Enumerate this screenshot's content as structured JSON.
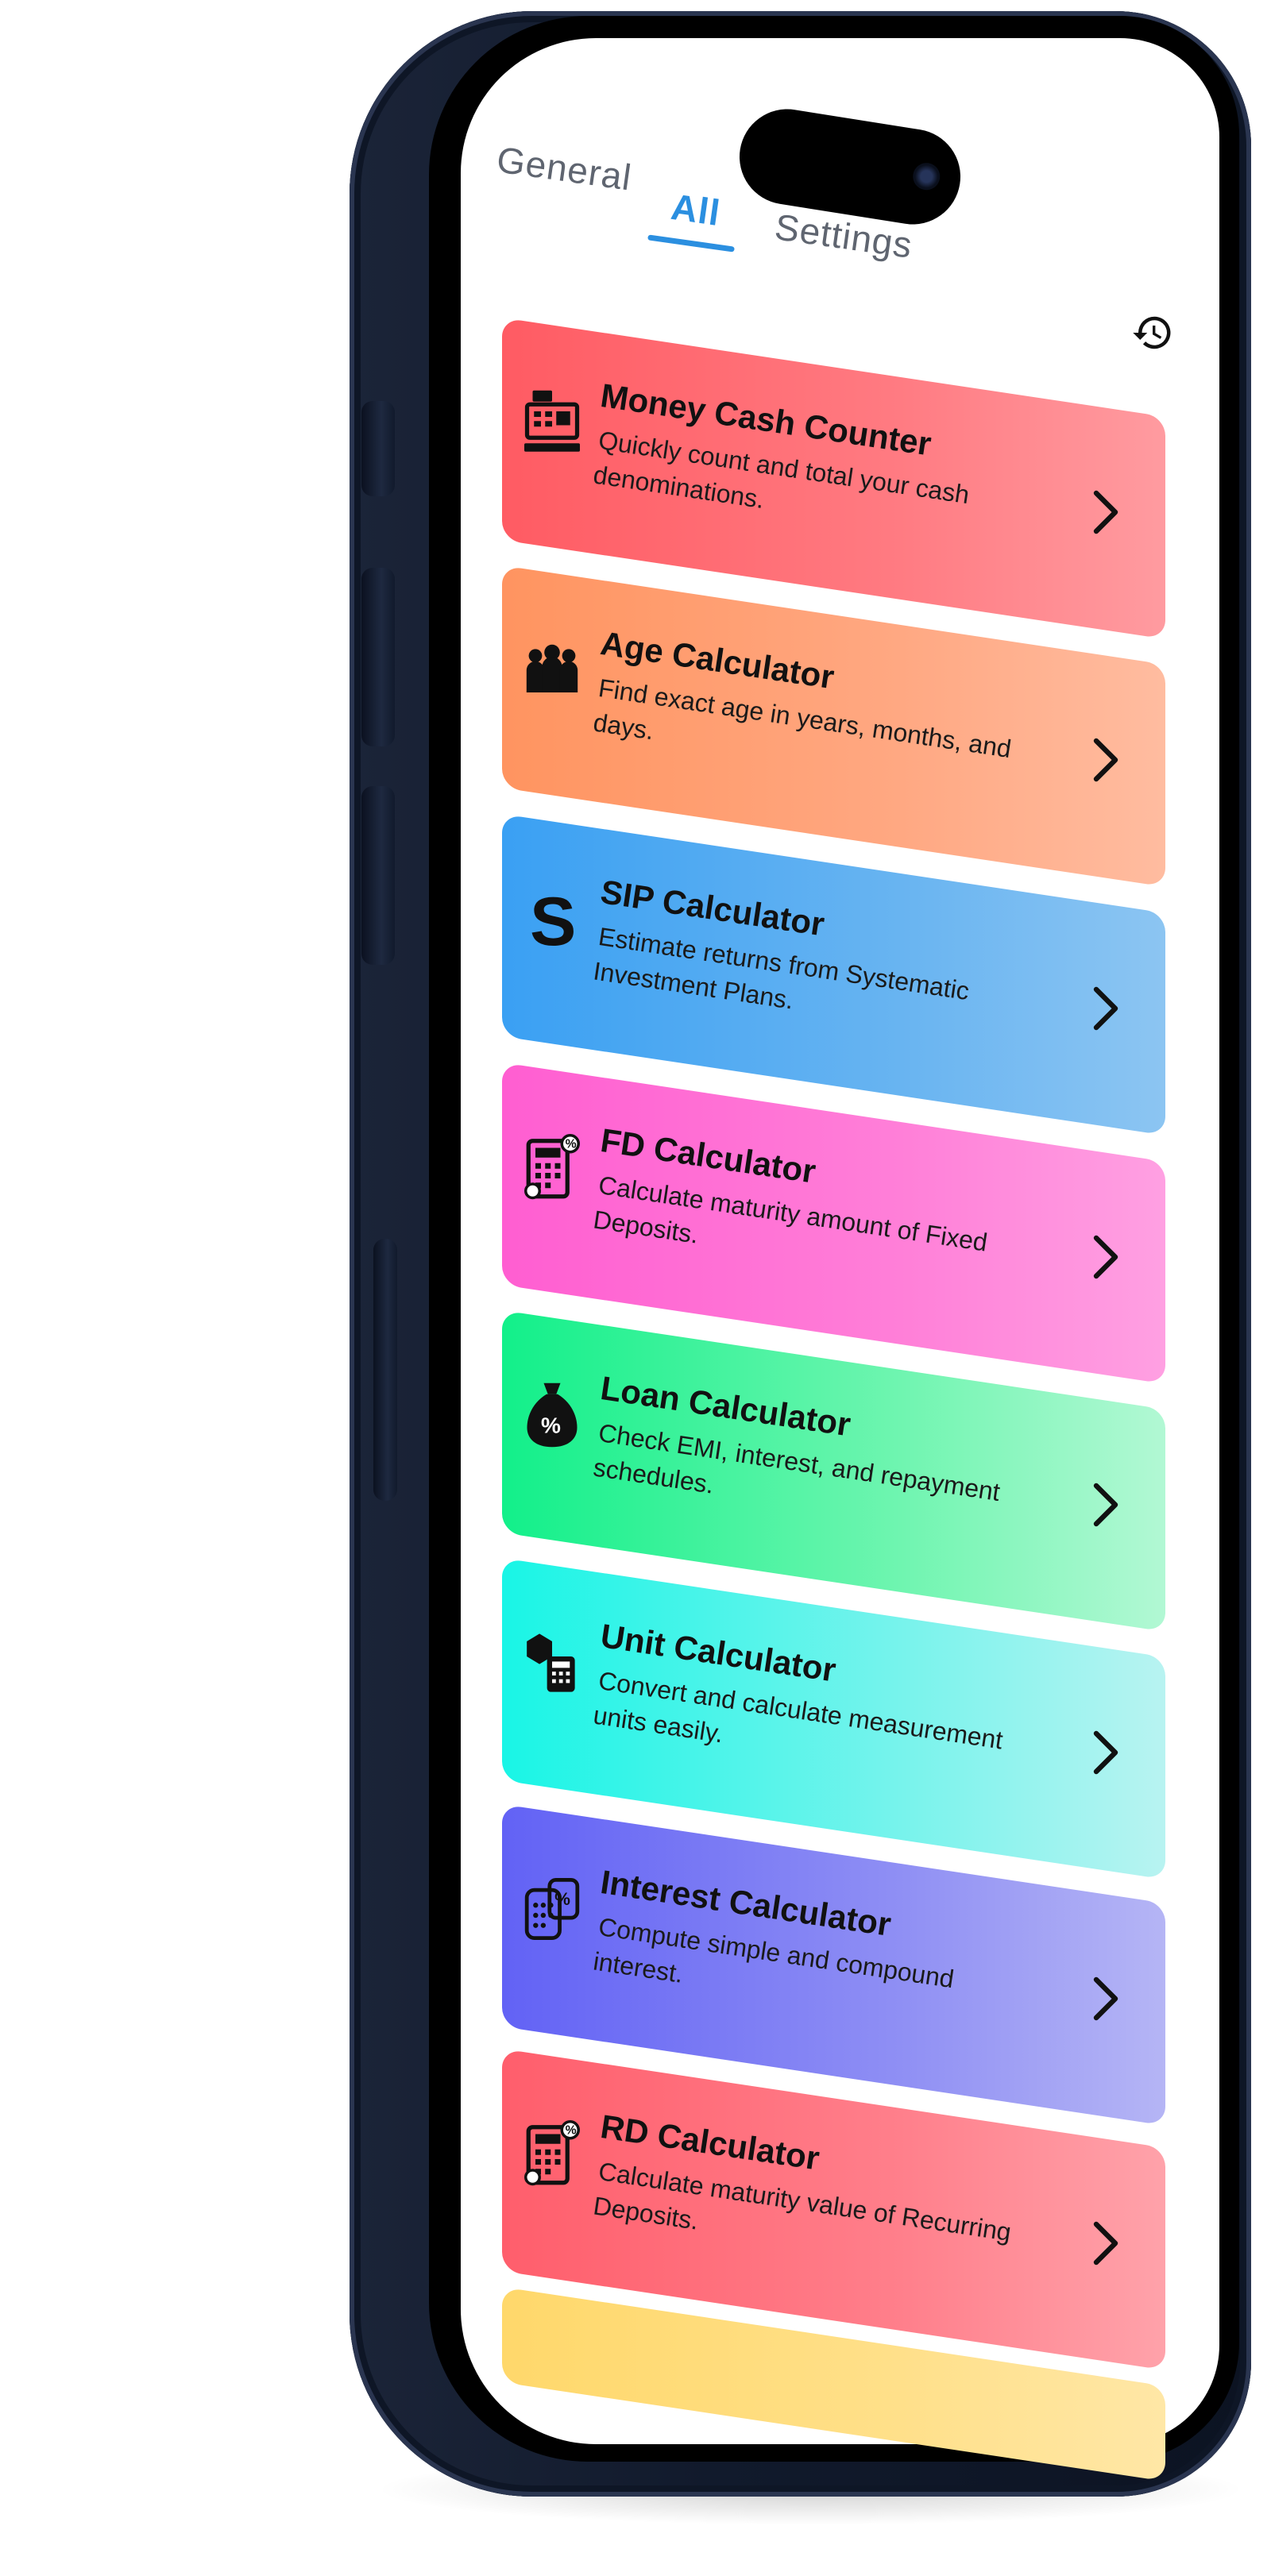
{
  "tabs": {
    "general": "General",
    "all": "All",
    "settings": "Settings",
    "active": "All"
  },
  "colors": {
    "accent": "#2b8fe0",
    "phone_frame": "#111a2c"
  },
  "history_button": {
    "icon": "history-icon"
  },
  "calculators": [
    {
      "title": "Money Cash Counter",
      "description": "Quickly count and total your cash denominations.",
      "icon": "cash-register-icon",
      "color": "#ff5b63"
    },
    {
      "title": "Age Calculator",
      "description": "Find exact age in years, months, and days.",
      "icon": "family-icon",
      "color": "#ff9460"
    },
    {
      "title": "SIP Calculator",
      "description": "Estimate returns from Systematic Investment Plans.",
      "icon": "dollar-sign-icon",
      "color": "#3aa0f3"
    },
    {
      "title": "FD Calculator",
      "description": "Calculate maturity amount of Fixed Deposits.",
      "icon": "calculator-percent-icon",
      "color": "#ff5ed1"
    },
    {
      "title": "Loan Calculator",
      "description": "Check EMI, interest, and repayment schedules.",
      "icon": "money-bag-percent-icon",
      "color": "#12f08a"
    },
    {
      "title": "Unit Calculator",
      "description": "Convert and calculate measurement units easily.",
      "icon": "box-calculator-icon",
      "color": "#19f5e6"
    },
    {
      "title": "Interest Calculator",
      "description": "Compute simple and compound interest.",
      "icon": "interest-calculator-icon",
      "color": "#6262f5"
    },
    {
      "title": "RD Calculator",
      "description": "Calculate maturity value of Recurring Deposits.",
      "icon": "calculator-percent-icon",
      "color": "#ff5e6c"
    },
    {
      "title": "",
      "description": "",
      "icon": "",
      "color": "#ffd86b"
    }
  ]
}
